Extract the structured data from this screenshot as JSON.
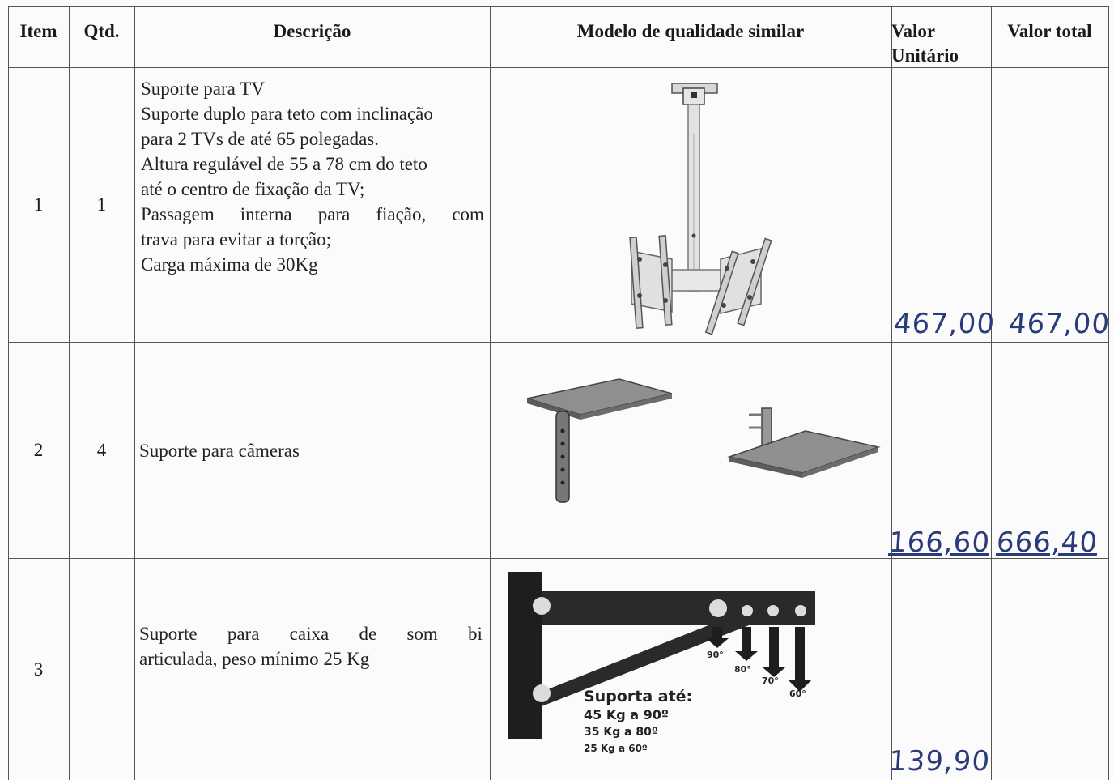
{
  "headers": {
    "item": "Item",
    "qtd": "Qtd.",
    "descricao": "Descrição",
    "modelo": "Modelo de qualidade similar",
    "valor_unitario_1": "Valor",
    "valor_unitario_2": "Unitário",
    "valor_total": "Valor total"
  },
  "rows": [
    {
      "item": "1",
      "qtd": "1",
      "lines": [
        "Suporte para TV",
        "Suporte duplo para teto com inclinação",
        "para 2 TVs de até 65 polegadas.",
        "Altura regulável de 55 a 78 cm do teto",
        "até o centro de fixação da TV;",
        [
          "Passagem",
          "interna",
          "para",
          "fiação,",
          "com"
        ],
        "trava para evitar a torção;",
        "Carga máxima de 30Kg"
      ],
      "image_icon": "ceiling-double-tv-mount-icon",
      "valor_unitario": "467,00",
      "valor_total": "467,00"
    },
    {
      "item": "2",
      "qtd": "4",
      "lines": [
        "Suporte para câmeras"
      ],
      "image_icon": "camera-shelf-bracket-icon",
      "valor_unitario": "166,60",
      "valor_total": "666,40"
    },
    {
      "item": "3",
      "qtd": "",
      "lines": [
        [
          "Suporte",
          "para",
          "caixa",
          "de",
          "som",
          "bi"
        ],
        "articulada, peso mínimo 25 Kg"
      ],
      "image_icon": "speaker-wall-bracket-icon",
      "image_text": {
        "angle_90": "90°",
        "angle_80": "80°",
        "angle_70": "70°",
        "angle_60": "60°",
        "title": "Suporta até:",
        "load_1": "45 Kg a 90º",
        "load_2": "35 Kg a 80º",
        "load_3": "25 Kg a 60º"
      },
      "valor_unitario": "139,90",
      "valor_total": ""
    }
  ],
  "colors": {
    "ink_handwriting": "#2a3a7a",
    "grid": "#555555"
  }
}
